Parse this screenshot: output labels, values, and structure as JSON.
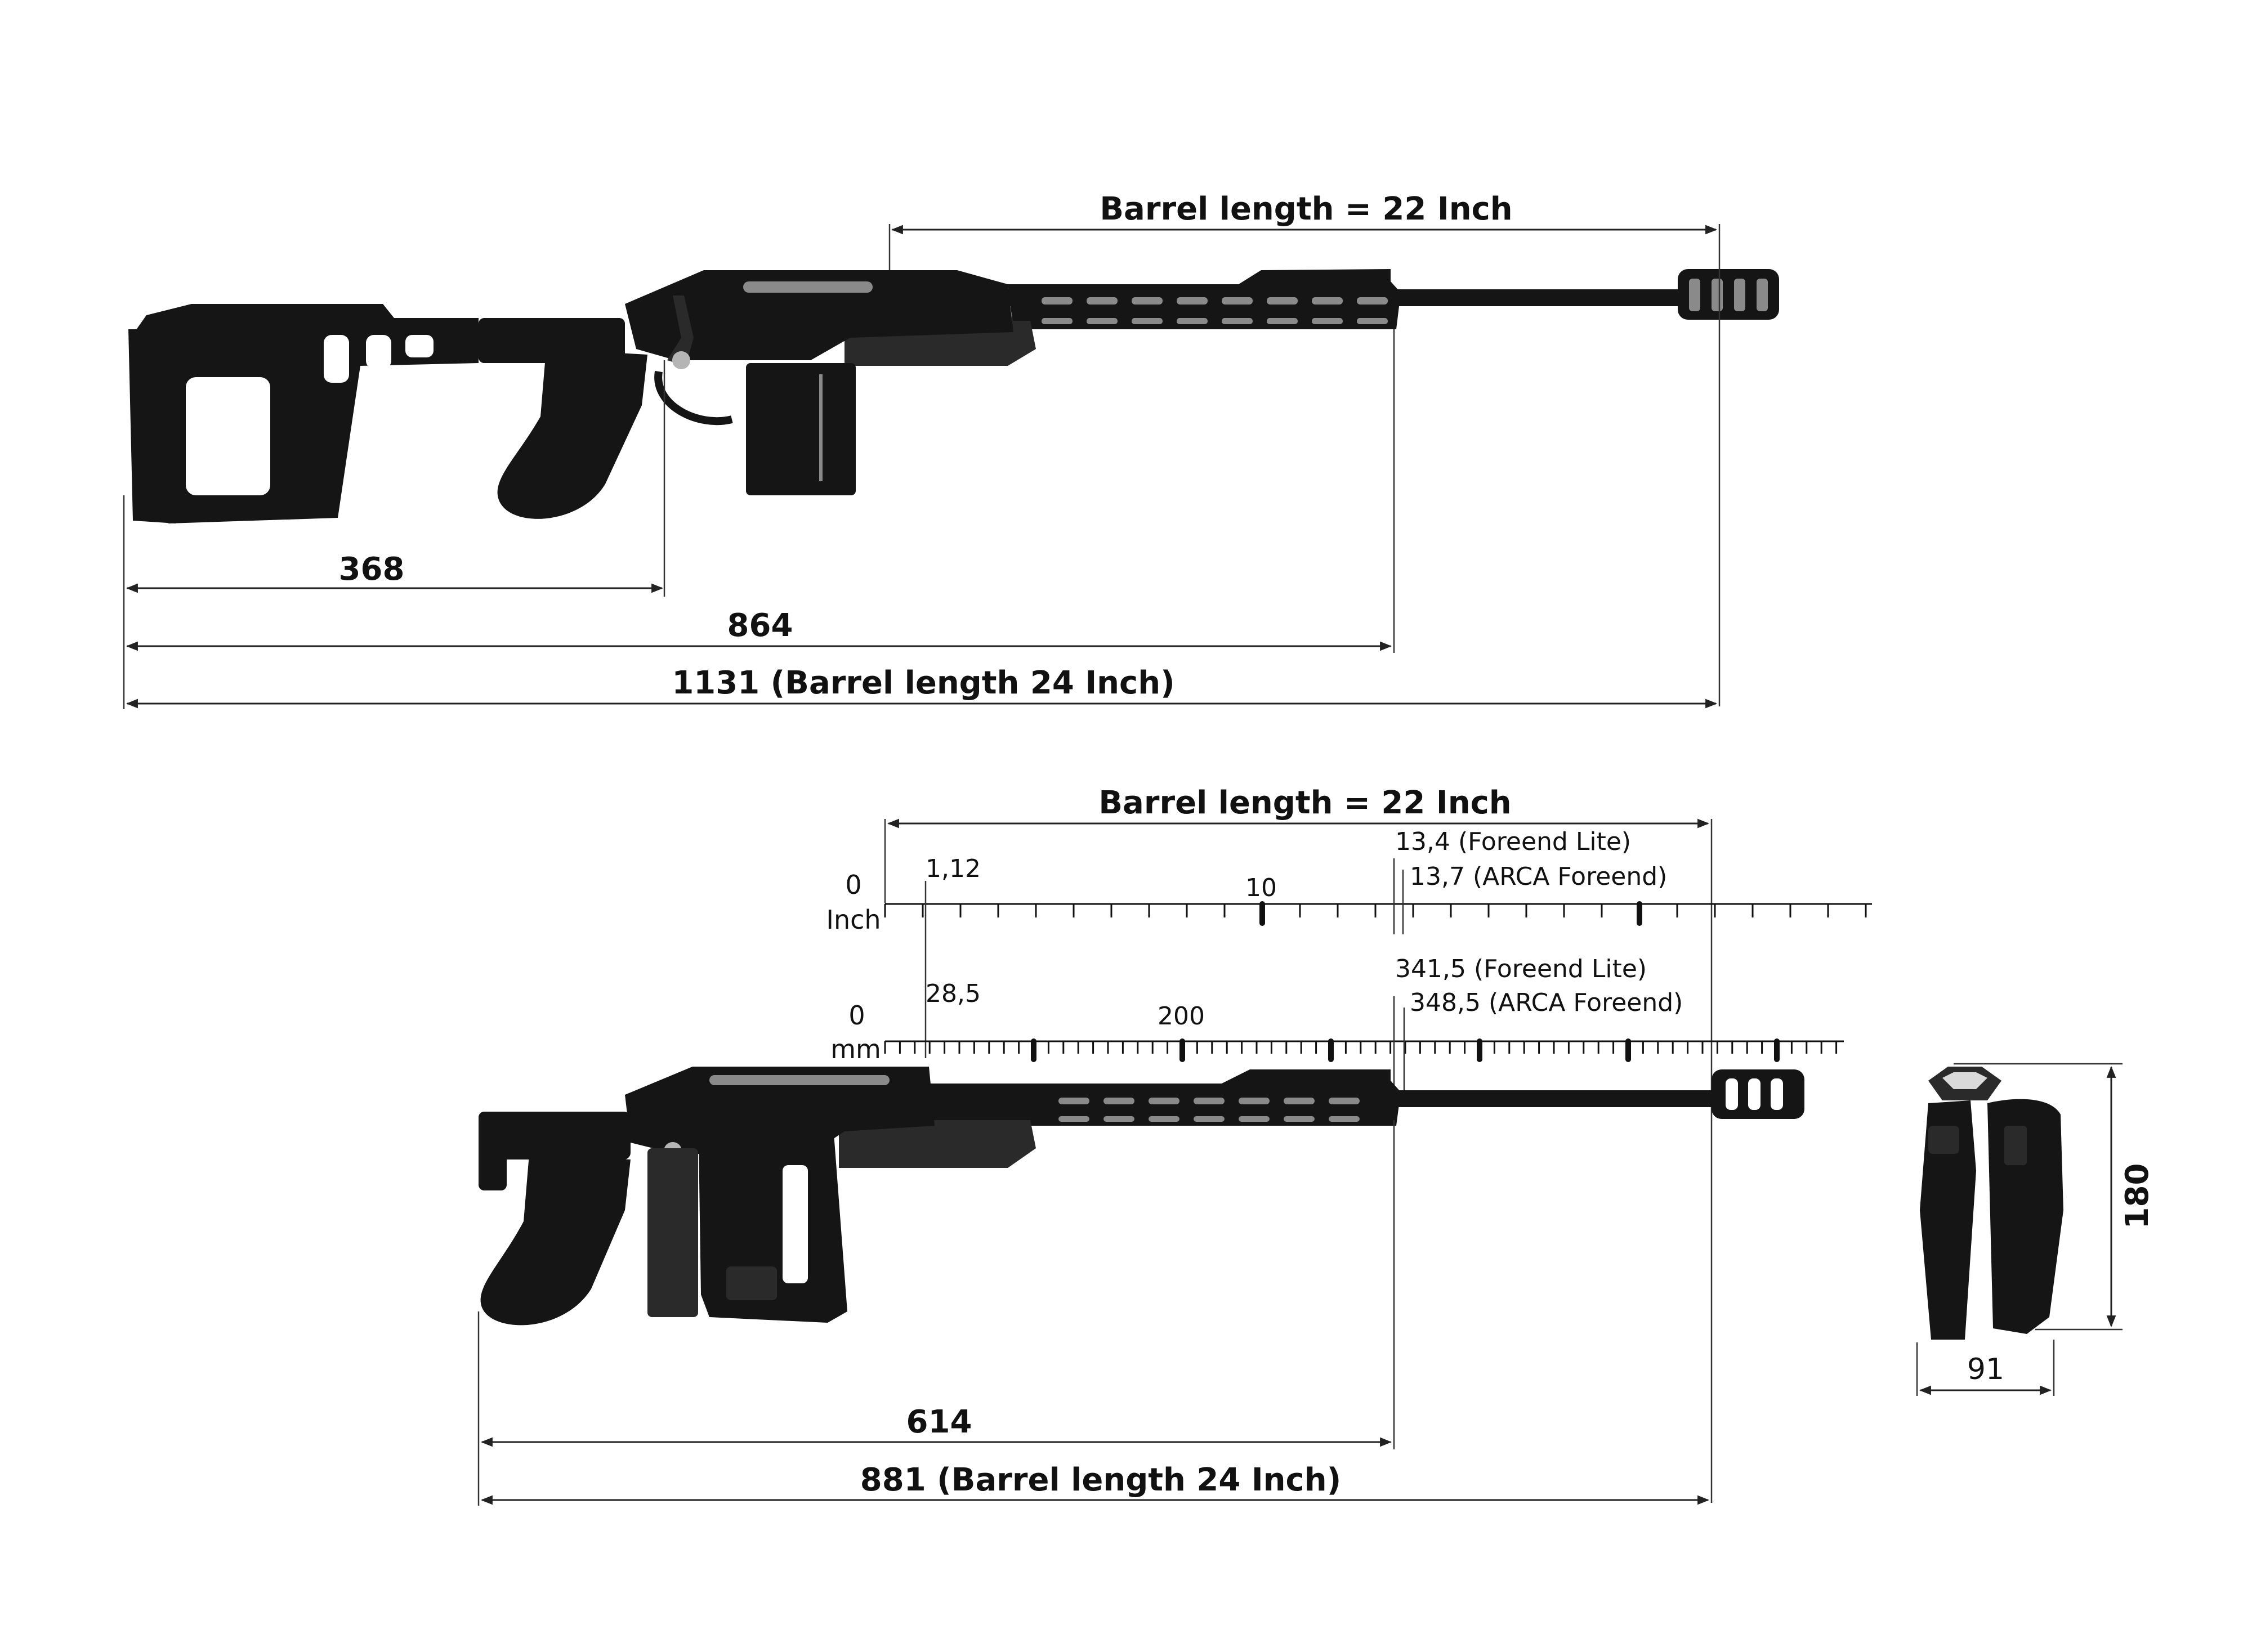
{
  "top_view": {
    "barrel_label": "Barrel length = 22 Inch",
    "dim_368": "368",
    "dim_864": "864",
    "dim_1131": "1131 (Barrel length 24 Inch)"
  },
  "bottom_view": {
    "barrel_label": "Barrel length = 22 Inch",
    "inch_scale": {
      "zero": "0",
      "unit": "Inch",
      "mark_1": "1,12",
      "mark_10": "10",
      "foreend_lite": "13,4 (Foreend Lite)",
      "arca_foreend": "13,7 (ARCA Foreend)"
    },
    "mm_scale": {
      "zero": "0",
      "unit": "mm",
      "mark_1": "28,5",
      "mark_200": "200",
      "foreend_lite": "341,5 (Foreend Lite)",
      "arca_foreend": "348,5 (ARCA Foreend)"
    },
    "dim_614": "614",
    "dim_881": "881 (Barrel length 24 Inch)"
  },
  "end_view": {
    "height": "180",
    "width": "91"
  },
  "colors": {
    "ink": "#111111",
    "rifle": "#151515"
  }
}
